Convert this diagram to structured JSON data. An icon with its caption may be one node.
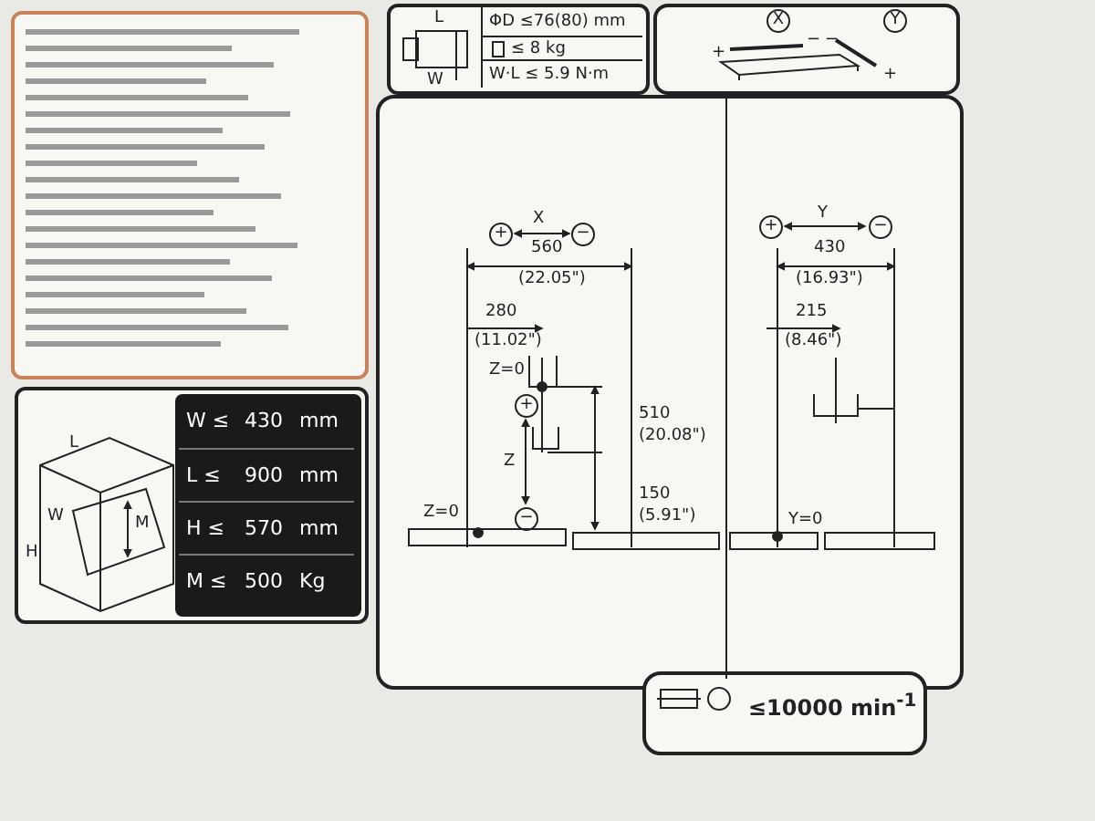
{
  "diagram": {
    "labels": [
      "L",
      "W",
      "ΦD ≤76(80) mm",
      "≤ 8 kg",
      "W·L ≤ 5.9 N·m",
      "X",
      "Y",
      "+",
      "−",
      "−",
      "+",
      "L",
      "W",
      "M",
      "H",
      "W ≤",
      "430",
      "mm",
      "L ≤",
      "900",
      "mm",
      "H ≤",
      "570",
      "mm",
      "M ≤",
      "500",
      "Kg",
      "+",
      "X",
      "−",
      "560",
      "(22.05\")",
      "280",
      "(11.02\")",
      "Z=0",
      "+",
      "Z",
      "510",
      "(20.08\")",
      "150",
      "(5.91\")",
      "−",
      "Z=0",
      "+",
      "Y",
      "−",
      "430",
      "(16.93\")",
      "215",
      "(8.46\")",
      "Y=0",
      "≤10000 min$^{-1}$"
    ]
  }
}
